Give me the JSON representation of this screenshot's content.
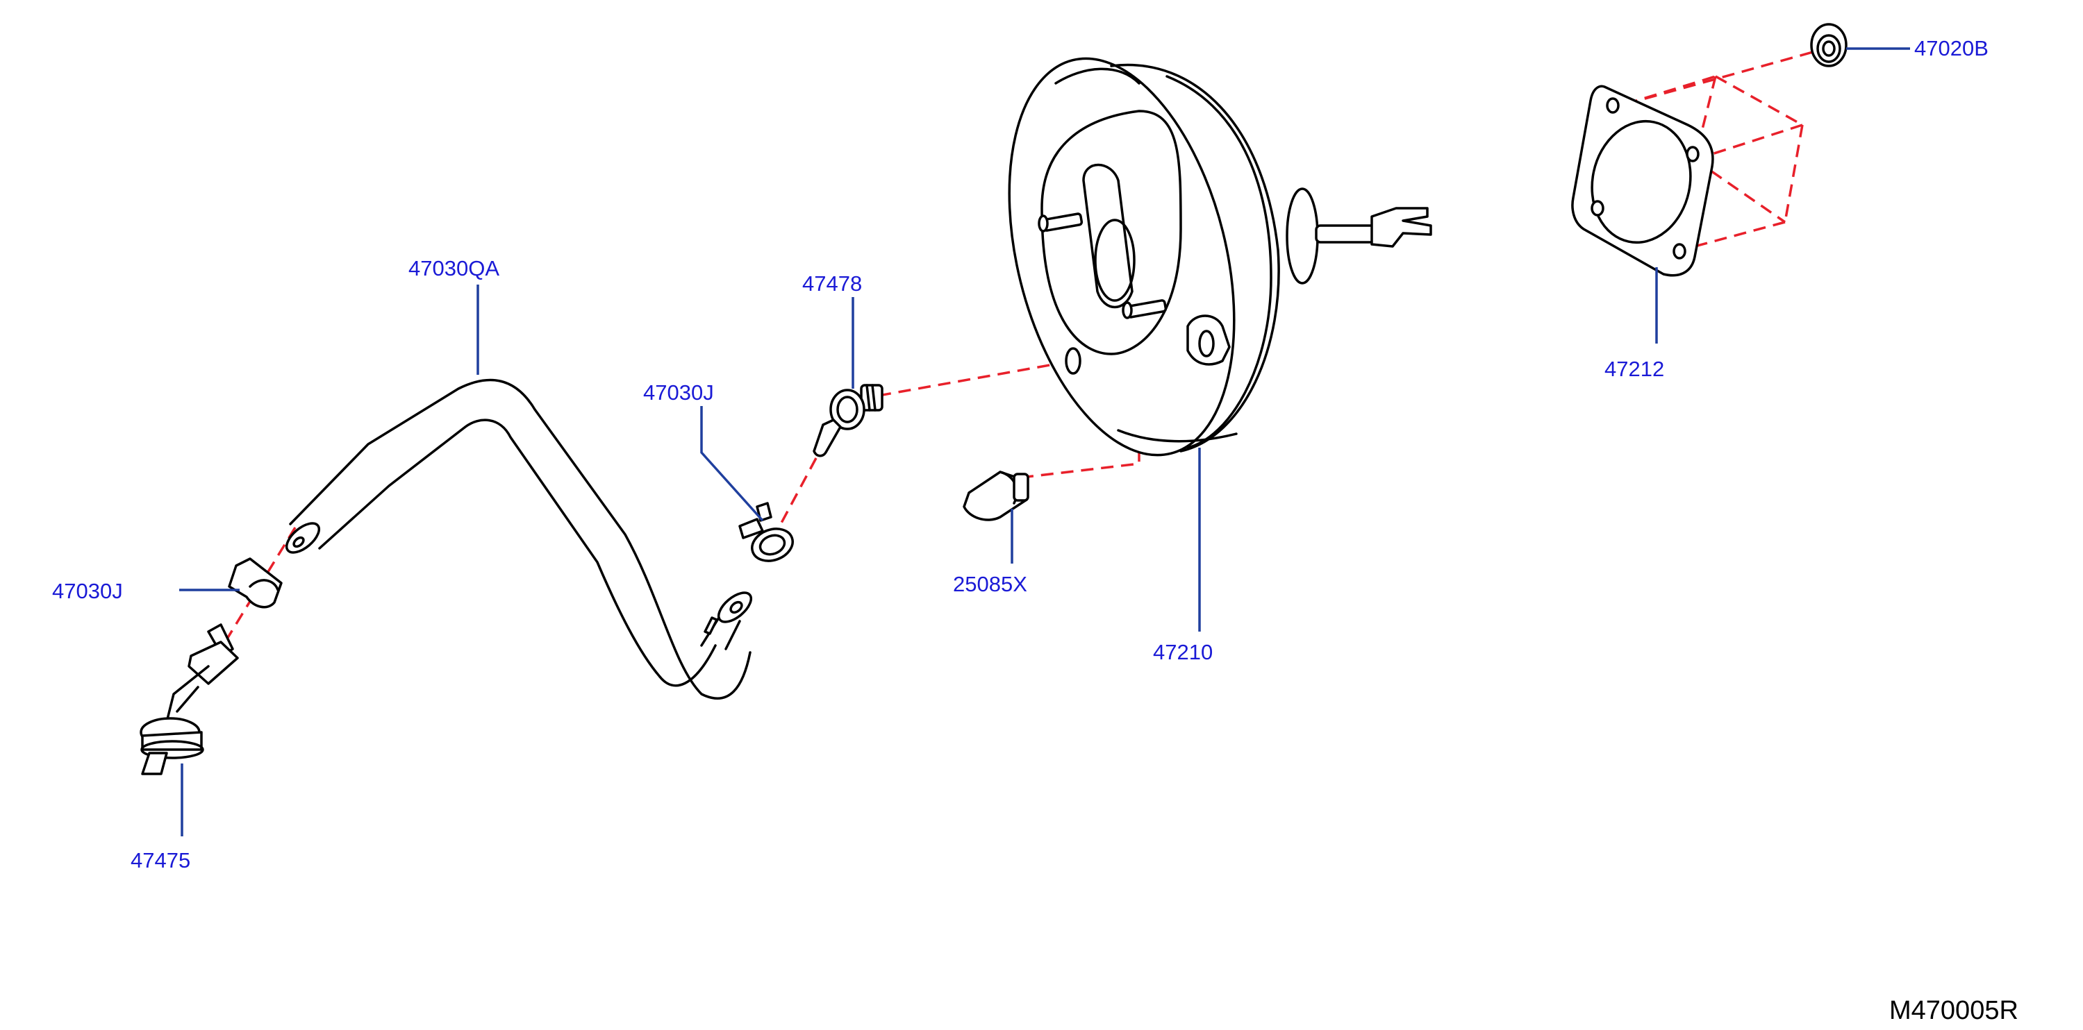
{
  "diagram": {
    "callouts": {
      "hose": "47030QA",
      "clip_right": "47030J",
      "clip_left": "47030J",
      "check_valve": "47478",
      "connector": "47475",
      "sensor": "25085X",
      "booster": "47210",
      "gasket": "47212",
      "nut": "47020B"
    },
    "reference_code": "M470005R"
  },
  "colors": {
    "callout_text": "#1a1ad6",
    "leader_line": "#1f3f9e",
    "assembly_dash": "#e8202a",
    "part_outline": "#000000"
  }
}
